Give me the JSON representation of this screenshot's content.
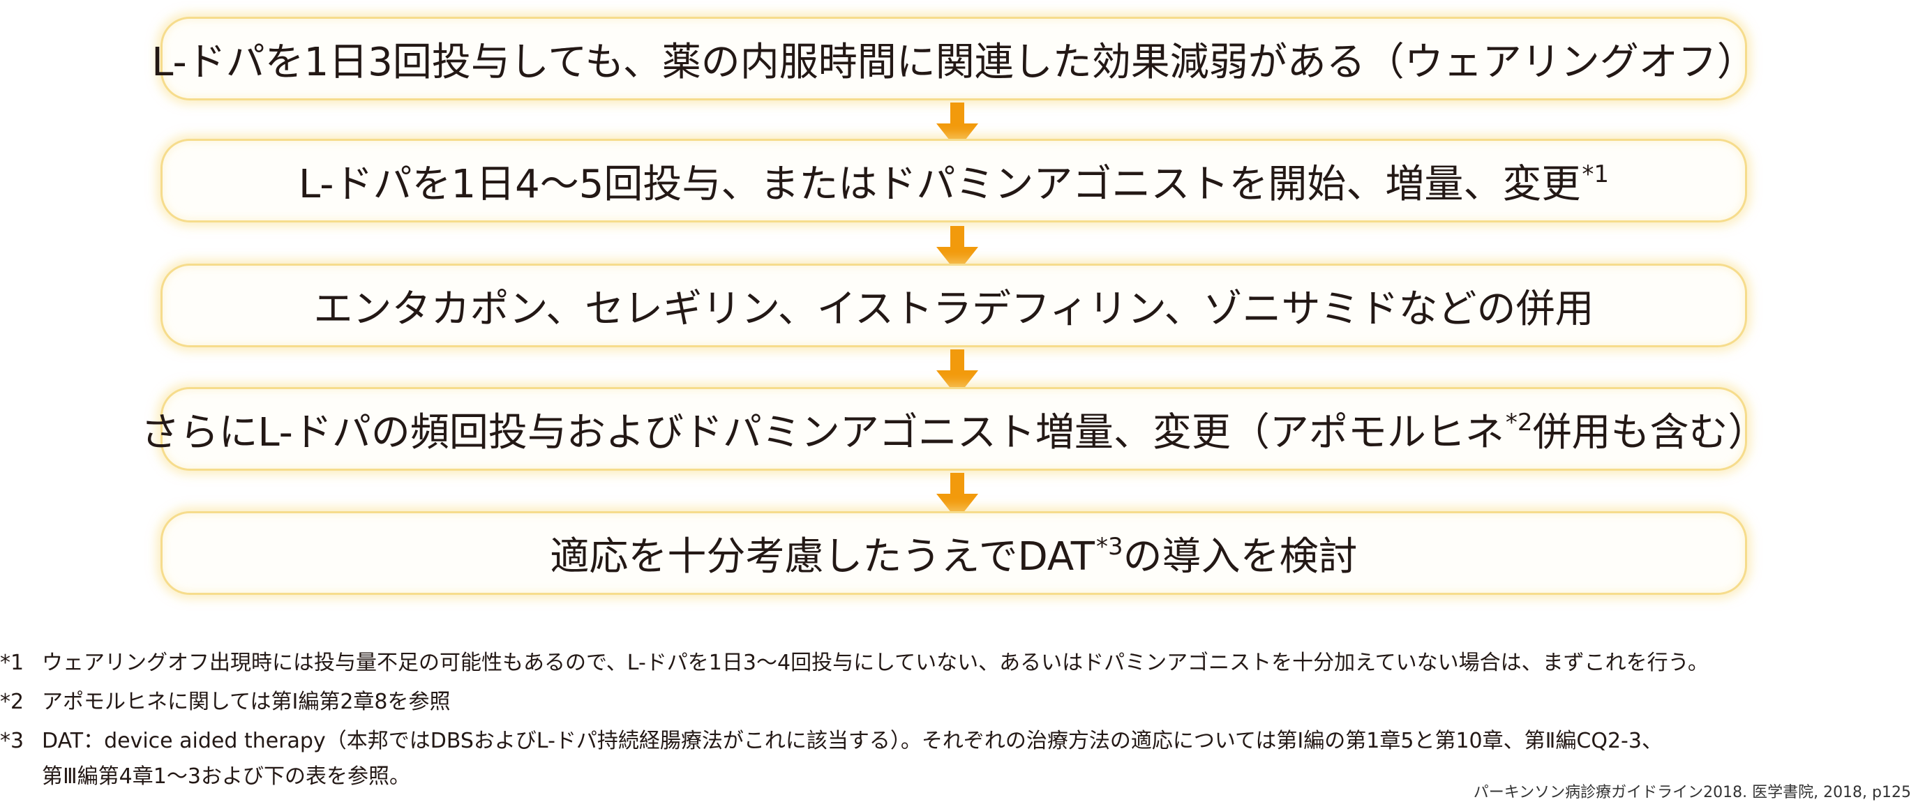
{
  "colors": {
    "box_border": "#f6dc8c",
    "box_glow": "#fae296",
    "arrow": "#f29a0c",
    "text": "#231815"
  },
  "steps": [
    {
      "text": "L-ドパを1日3回投与しても、薬の内服時間に関連した効果減弱がある（ウェアリングオフ）",
      "sup": "",
      "tail": ""
    },
    {
      "text": "L-ドパを1日4～5回投与、またはドパミンアゴニストを開始、増量、変更",
      "sup": "*1",
      "tail": ""
    },
    {
      "text": "エンタカポン、セレギリン、イストラデフィリン、ゾニサミドなどの併用",
      "sup": "",
      "tail": ""
    },
    {
      "text": "さらにL-ドパの頻回投与およびドパミンアゴニスト増量、変更（アポモルヒネ",
      "sup": "*2",
      "tail": "併用も含む）"
    },
    {
      "text": "適応を十分考慮したうえでDAT",
      "sup": "*3",
      "tail": "の導入を検討"
    }
  ],
  "footnotes": [
    {
      "mark": "*1",
      "text": "ウェアリングオフ出現時には投与量不足の可能性もあるので、L-ドパを1日3～4回投与にしていない、あるいはドパミンアゴニストを十分加えていない場合は、まずこれを行う。"
    },
    {
      "mark": "*2",
      "text": "アポモルヒネに関しては第Ⅰ編第2章8を参照"
    },
    {
      "mark": "*3",
      "text": "DAT：device aided therapy（本邦ではDBSおよびL-ドパ持続経腸療法がこれに該当する）。それぞれの治療方法の適応については第Ⅰ編の第1章5と第10章、第Ⅱ編CQ2-3、"
    },
    {
      "mark": "",
      "text": "第Ⅲ編第4章1～3および下の表を参照。"
    }
  ],
  "source": "パーキンソン病診療ガイドライン2018. 医学書院, 2018, p125"
}
